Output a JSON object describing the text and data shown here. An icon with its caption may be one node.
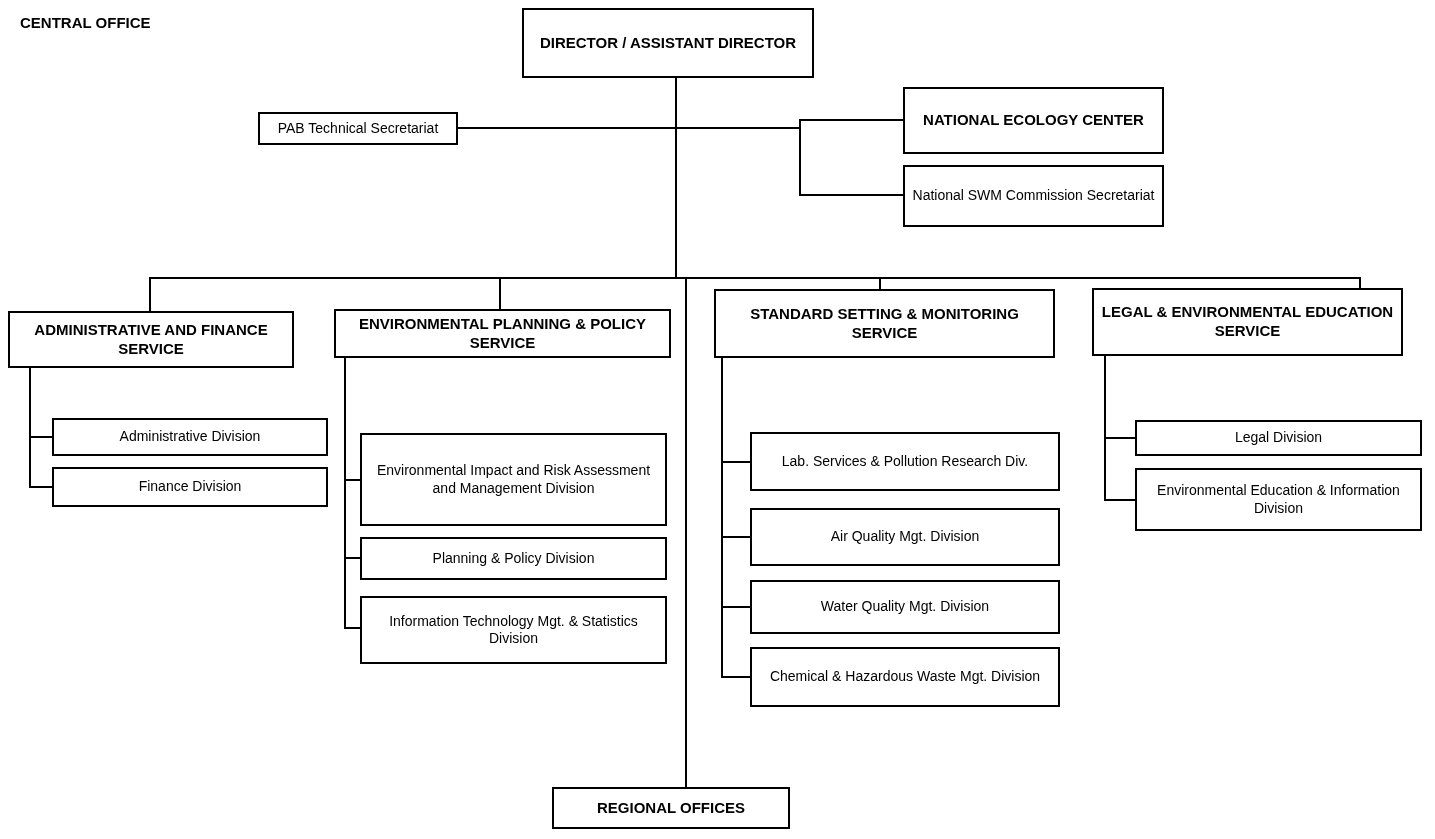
{
  "diagram": {
    "nodes": [
      {
        "text": [
          "DIRECTOR / ASSISTANT DIRECTOR"
        ]
      },
      {
        "text": [
          "PAB Technical Secretariat"
        ]
      },
      {
        "text": [
          "NATIONAL ECOLOGY CENTER"
        ]
      },
      {
        "text": [
          "National SWM Commission Secretariat"
        ]
      },
      {
        "text": [
          "ADMINISTRATIVE AND FINANCE SERVICE"
        ]
      },
      {
        "text": [
          "ENVIRONMENTAL PLANNING & POLICY SERVICE"
        ]
      },
      {
        "text": [
          "STANDARD SETTING & MONITORING SERVICE"
        ]
      },
      {
        "text": [
          "LEGAL & ENVIRONMENTAL EDUCATION SERVICE"
        ]
      },
      {
        "text": [
          "Administrative Division"
        ]
      },
      {
        "text": [
          "Finance Division"
        ]
      },
      {
        "text": [
          "Environmental Impact and Risk Assessment and Management Division"
        ]
      },
      {
        "text": [
          "Planning & Policy Division"
        ]
      },
      {
        "text": [
          "Information Technology Mgt. & Statistics Division"
        ]
      },
      {
        "text": [
          "Lab. Services & Pollution Research Div."
        ]
      },
      {
        "text": [
          "Air Quality Mgt. Division"
        ]
      },
      {
        "text": [
          "Water Quality Mgt. Division"
        ]
      },
      {
        "text": [
          "Chemical & Hazardous Waste Mgt. Division"
        ]
      },
      {
        "text": [
          "Legal Division"
        ]
      },
      {
        "text": [
          "Environmental Education & Information Division"
        ]
      },
      {
        "text": [
          "REGIONAL OFFICES"
        ]
      }
    ],
    "edges": [
      {
        "from": 0,
        "to": 1,
        "arrow": "none"
      },
      {
        "from": 0,
        "to": 2,
        "arrow": "none"
      },
      {
        "from": 0,
        "to": 3,
        "arrow": "none"
      },
      {
        "from": 0,
        "to": 4,
        "arrow": "none"
      },
      {
        "from": 0,
        "to": 5,
        "arrow": "none"
      },
      {
        "from": 0,
        "to": 6,
        "arrow": "none"
      },
      {
        "from": 0,
        "to": 7,
        "arrow": "none"
      },
      {
        "from": 0,
        "to": 19,
        "arrow": "none"
      },
      {
        "from": 4,
        "to": 8,
        "arrow": "none"
      },
      {
        "from": 4,
        "to": 9,
        "arrow": "none"
      },
      {
        "from": 5,
        "to": 10,
        "arrow": "none"
      },
      {
        "from": 5,
        "to": 11,
        "arrow": "none"
      },
      {
        "from": 5,
        "to": 12,
        "arrow": "none"
      },
      {
        "from": 6,
        "to": 13,
        "arrow": "none"
      },
      {
        "from": 6,
        "to": 14,
        "arrow": "none"
      },
      {
        "from": 6,
        "to": 15,
        "arrow": "none"
      },
      {
        "from": 6,
        "to": 16,
        "arrow": "none"
      },
      {
        "from": 7,
        "to": 17,
        "arrow": "none"
      },
      {
        "from": 7,
        "to": 18,
        "arrow": "none"
      }
    ],
    "labels": [
      "CENTRAL OFFICE"
    ]
  }
}
